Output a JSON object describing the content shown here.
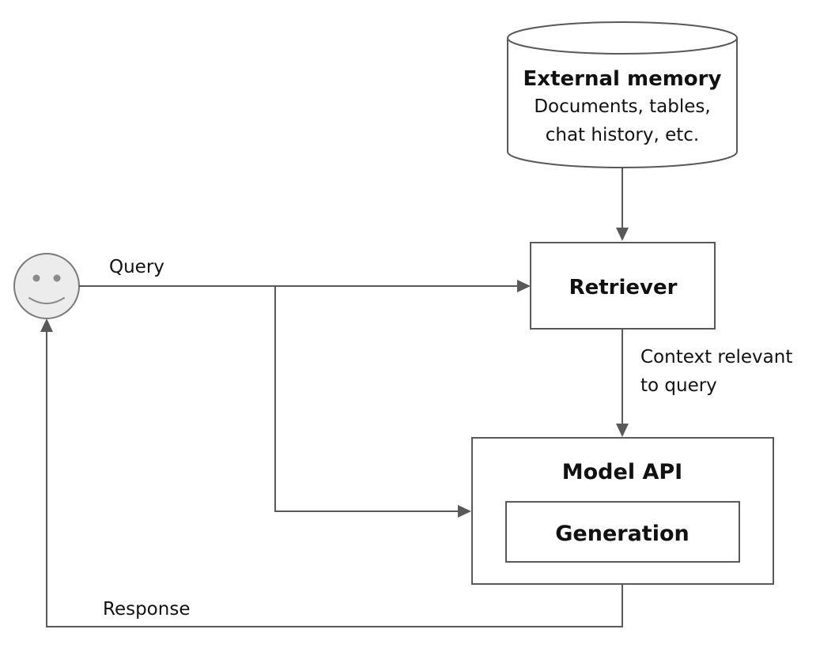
{
  "nodes": {
    "external_memory": {
      "title": "External memory",
      "line1": "Documents, tables,",
      "line2": "chat history, etc."
    },
    "retriever": {
      "title": "Retriever"
    },
    "model_api": {
      "title": "Model API",
      "inner": "Generation"
    },
    "user": {
      "icon": "smiley-face-icon"
    }
  },
  "edges": {
    "query": "Query",
    "context_line1": "Context relevant",
    "context_line2": "to query",
    "response": "Response"
  },
  "colors": {
    "stroke": "#595959",
    "text": "#111111",
    "face_fill": "#ececec"
  }
}
